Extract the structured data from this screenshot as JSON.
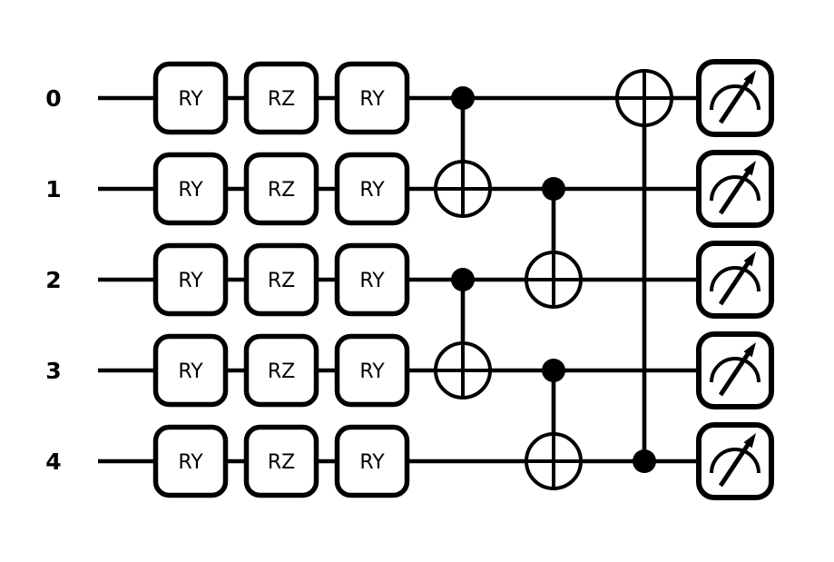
{
  "figure": {
    "type": "quantum-circuit",
    "background_color": "#ffffff",
    "ink_color": "#000000",
    "qubits": [
      {
        "label": "0"
      },
      {
        "label": "1"
      },
      {
        "label": "2"
      },
      {
        "label": "3"
      },
      {
        "label": "4"
      }
    ],
    "gates": [
      {
        "column": 0,
        "qubit": 0,
        "label": "RY"
      },
      {
        "column": 0,
        "qubit": 1,
        "label": "RY"
      },
      {
        "column": 0,
        "qubit": 2,
        "label": "RY"
      },
      {
        "column": 0,
        "qubit": 3,
        "label": "RY"
      },
      {
        "column": 0,
        "qubit": 4,
        "label": "RY"
      },
      {
        "column": 1,
        "qubit": 0,
        "label": "RZ"
      },
      {
        "column": 1,
        "qubit": 1,
        "label": "RZ"
      },
      {
        "column": 1,
        "qubit": 2,
        "label": "RZ"
      },
      {
        "column": 1,
        "qubit": 3,
        "label": "RZ"
      },
      {
        "column": 1,
        "qubit": 4,
        "label": "RZ"
      },
      {
        "column": 2,
        "qubit": 0,
        "label": "RY"
      },
      {
        "column": 2,
        "qubit": 1,
        "label": "RY"
      },
      {
        "column": 2,
        "qubit": 2,
        "label": "RY"
      },
      {
        "column": 2,
        "qubit": 3,
        "label": "RY"
      },
      {
        "column": 2,
        "qubit": 4,
        "label": "RY"
      }
    ],
    "cnot_gates": [
      {
        "column": 3,
        "control_qubit": 0,
        "target_qubit": 1
      },
      {
        "column": 3,
        "control_qubit": 2,
        "target_qubit": 3
      },
      {
        "column": 4,
        "control_qubit": 1,
        "target_qubit": 2
      },
      {
        "column": 4,
        "control_qubit": 3,
        "target_qubit": 4
      },
      {
        "column": 5,
        "control_qubit": 4,
        "target_qubit": 0
      }
    ],
    "measurements": [
      {
        "column": 6,
        "qubit": 0,
        "icon": "meter-icon"
      },
      {
        "column": 6,
        "qubit": 1,
        "icon": "meter-icon"
      },
      {
        "column": 6,
        "qubit": 2,
        "icon": "meter-icon"
      },
      {
        "column": 6,
        "qubit": 3,
        "icon": "meter-icon"
      },
      {
        "column": 6,
        "qubit": 4,
        "icon": "meter-icon"
      }
    ]
  }
}
